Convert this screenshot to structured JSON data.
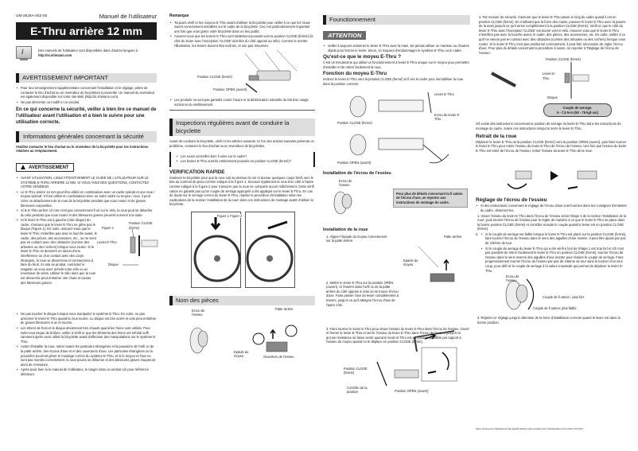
{
  "header": {
    "doc_id": "UM-28J0A-002-00",
    "manual_label": "Manuel de l'utilisateur",
    "title": "E-Thru arrière 12 mm",
    "info_text_1": "Des manuels de l'utilisateur sont disponibles dans d'autres langues à : ",
    "info_url": "http://si.shimano.com"
  },
  "col1": {
    "important_heading": "AVERTISSEMENT IMPORTANT",
    "important_bullets": [
      "Pour tout renseignement supplémentaire concernant l'installation et le réglage, prière de contacter le lieu d'achat ou un revendeur de bicyclettes à proximité. Un manuel du revendeur est également disponible sur notre site Web (http://si.shimano.com).",
      "Ne pas démonter ou modifi er ce produit."
    ],
    "safety_note": "En ce qui concerne la sécurité, veiller à bien lire ce manuel de l'utilisateur avant l'utilisation et à bien le suivre pour une utilisation correcte.",
    "general_heading": "Informations générales concernant la sécurité",
    "general_intro": "Veuillez contacter le lieu d'achat ou le revendeur de la bicyclette pour les instructions relatives au remplacement.",
    "warning_label": "AVERTISSEMENT",
    "warning_bullets": [
      "AVANT UTILISATION, LISEZ ATTENTIVEMENT LE GUIDE DE L'UTILISATEUR SUR LE SYSTÈME E-THRU ARRIERE 12 MM. SI VOUS AVEZ DES QUESTIONS, CONTACTEZ VOTRE VENDEUR.",
      "Le E-Thru arrière 12 mm peut être utilisé en combinaison avec un cadre spécial et une roue / moyeu spécial. S'il est utilisé en combinaison avec un autre cadre ou moyeu / roue, il peut créer un détachement de la roue de la bicyclette pendant que vous roulez et de graves blessures corporelles.",
      "Si le E-Thru arrière 12 mm n'est pas correctement fi xé sur le vélo, la roue peut se détacher du vélo pendant que vous roulez et des blessures graves peuvent survenir à la suite."
    ],
    "disc_bullet": "Si le levier E-Thru est à gauche (côté disque) du cadre, s'assurer que le levier E-Thru ne gêne pas le disque (Figure 1). En outre, assurez-vous que le levier E-Thru n'interfère pas avec la fourche avant, le cadre, des pièces, des accessoires, etc., ou ne vient pas en contact avec des obstacles (comme des arbustes ou des rochers) lorsque vous roulez. Si le levier E-Thru se desserre en raison d'une interférence ou d'un contact avec des corps étrangers, la roue se desserrera et commencera à faire du bruit. Si cela se produit, contactez le magasin où vous avez acheté votre vélo ou un revendeur de vélos. Utiliser le vélo alors que la roue est desserrée peut entraîner une chute et causer des blessures graves.",
    "figure1": {
      "label": "Figure 1",
      "close_label": "Position CLOSE (fermé)",
      "lever_label": "Levier E-Thru",
      "disc_label": "Disque"
    },
    "more_bullets": [
      "Ne pas toucher le disque lorsque vous manipulez le système E-Thru. En outre, ne pas actionner le levier E-Thru quand la roue tourne. Le disque est très acéré et cela peut entraîner de graves blessures si on le touche.",
      "Les étriers de frein et le disque deviennent très chauds quand les freins sont utilisés. Pour éviter tout risque de brûlure, veiller à vérifi er que les éléments des freins ont refroidi suffi samment après avoir utilisé la bicyclette avant d'effectuer des manipulations sur le système E-Thru.",
      "Avant d'installer la roue, retirer toutes les particules étrangères et la poussière de l'orifi ce de la patte arrière, des écrous d'axe et et des ouvertures d'axe. Les particules étrangères ou la poussière pourront gêner le montage correct du système E-Thru, et si le moyeu et l'axe ne sont pas montés correctement, la roue pourra se détacher et des blessures graves risqueront alors de s'ensuivre."
    ],
    "final_note": "Après avoir bien lu le manuel de l'utilisateur, le ranger dans un endroit sûr pour référence ultérieure."
  },
  "col2": {
    "remark_heading": "Remarque",
    "remark_bullets": [
      "Toujours vérifi er les moyeux E-Thru avant d'utiliser la bicyclette pour veiller à ce que les roues soient correctement installées sur le cadre de la bicyclette. Ceci est particulièrement important une fois que vous garez votre bicyclette dans un lieu public.",
      "Assurez-vous que les leviers E-Thru sont totalement poussés vers la position CLOSE (fermé) (le côté du levier avec l'inscription 'CLOSE' doit être du côté opposé au vélo). Comme le montre l'illustration, les leviers doivent être inclinés, et non pas retournés."
    ],
    "fig_close_label": "Position CLOSE (fermé)",
    "fig_open_label": "Position OPEN (ouvert)",
    "warranty_bullet": "Les produits ne sont pas garantis contre l'usure et la détérioration naturelle du fait d'un usage normal et du vieillissement.",
    "inspection_heading": "Inspections régulières avant de conduire la bicyclette",
    "inspection_intro": "Avant de conduire la bicyclette, vérifi er les articles suivants. Si l'un des articles suivants présente un problème, contacter le lieu d'achat ou un revendeur de bicyclettes.",
    "checklist": [
      "Les roues sont-elles bien fi xées sur le cadre?",
      "Les leviers E-Thru sont-ils entièrement poussés en position CLOSE (fermé)?"
    ],
    "quick_check_heading": "VERIFICATION RAPIDE",
    "quick_check_text": "Soulever la bicyclette pour que la roue soit au-dessus du sol et donner quelques coups brefs vers le bas au sommet du pneu comme indiqué à la fi gure 1. Secouer également la roue d'un côté à l'autre comme indiqué à la fi gure 2 pour s'assurer que la roue ne comporte aucun relâchement. Cette vérifi cation ne garantit pas qu'un couple de serrage approprié a été appliqué sur le levier E-Thru. En cas de doute sur le serrage correct du levier E-Thru, répéter la procédure d'installation selon les explications de la section 'Installation de la roue' dans ces instructions de montage avant d'utiliser la bicyclette.",
    "figure_caption": "Figure 1 Figure 2",
    "parts_heading": "Nom des pièces",
    "parts": {
      "axle_nut": "Ecrou de l'essieu",
      "rear_dropout": "Patte arrière",
      "hub_shoulder": "Epaule du moyeu",
      "axle_opening": "Ouverture de l'essieu"
    }
  },
  "col3": {
    "operation_heading": "Founctionnement",
    "attention_label": "ATTENTION",
    "attention_text": "Veiller à toujours actionner le levier E-Thru avec la main. Ne jamais utiliser un marteau ou d'autres objets pour fermer le levier. Sinon, on risquera d'endommager le système E-Thru ou le cadre.",
    "what_heading": "Qu'est-ce que le moyeu E-Thru ?",
    "what_text": "C'est un mécanisme qui utilise un fonctionnement à levier E-Thru unique sur le moyeu pour permettre d'installer et de retirer facilement la roue.",
    "function_heading": "Fonction du moyeu E-Thru",
    "function_text": "Inclinez le levier E-Thru vers la position CLOSE (fermé) et fi xez le cadre pour immobiliser la roue dans la position correcte.",
    "fn_fig": {
      "lever": "Levier E-Thru",
      "lever_nut": "Ecrou du levier E-Thru",
      "close": "Position CLOSE (fermé)",
      "open": "Position OPEN (ouvert)"
    },
    "nut_install_heading": "Installation de l'écrou de l'essieu",
    "nut_label": "Ecrou de l'essieu",
    "nut_note": "Pour plus de détails concernant la fi xation de l'écrou d'axe, se reporter aux instructions de montage du cadre.",
    "wheel_install_heading": "Installation de la roue",
    "steps": [
      "1. Aligner l'épaule du moyeu correctement sur la patte arrière.",
      "2. Mettre le levier E-Thru sur la position OPEN (ouvert), et l'insérer dans l'orifi ce de la patte arrière du côté opposé à celui où se trouve l'écrou d'axe. Faire passer l'axe du levier complètement à travers, jusqu'à ce qu'il atteigne l'écrou d'axe de l'autre côté.",
      "3. Faire tourner le levier E-Thru pour visser l'essieu du levier E-Thru dans l'écrou de l'essieu. Ouvrir et fermer le levier E-Thru et serrer l'essieu du levier E-Thru dans l'écrou de l'essieu jusqu'à ce qu'une résistance se fasse sentir quand le levier E-Thru est en position parallèle par rapport à l'essieu du moyeu quand on le déplace en position CLOSE (fermé)."
    ],
    "step1_labels": {
      "dropout": "Patte arrière",
      "shoulder": "Epaule du moyeu"
    },
    "step3_labels": {
      "close": "Position CLOSE (fermé)",
      "check": "Contrôle de la position",
      "open": "Position OPEN (ouvert)"
    }
  },
  "col4": {
    "step4": "4. Par mesure de sécurité, s'assurer que le levier E-Thru passe le long du cadre quand il est en position CLOSE (fermé). En n'utilisant que la force des mains, pousser le levier E-Thru avec la paume de la main jusqu'à ce qu'il arrive complètement à la position CLOSE (fermé). Vérifi ez que le côté du levier E-Thru avec l'inscription 'CLOSE' est tourné vers le vélo. Assurez-vous que le levier E-Thru n'interfère pas avec la fourche avant, le cadre, des pièces, des accessoires, etc. En outre, veillez à ce qu'il ne vienne pas en contact avec des obstacles (comme des arbustes ou des rochers) lorsque vous roulez. Si le levier E-Thru n'est pas positionné correctement, il peut être nécessaire de régler l'écrou d'axe. Pour plus de détails concernant la procédure à suivre, se reporter à 'Réglage de l'écrou de l'essieu'.",
    "fig": {
      "close": "Position CLOSE (fermé)",
      "lever": "Levier E-Thru",
      "disc": "Disque"
    },
    "torque_label": "Couple de serrage:",
    "torque_value": "5 - 7,5 N·m (50 - 75 kgf·cm)",
    "frame_note": "S'il existe des instructions concernant la position de serrage du levier E-Thru dans les instructions de montage du cadre, suivre ces instructions lorsqu'on serre le levier E-Thru.",
    "removal_heading": "Retrait de la roue",
    "removal_text": "Déplacer le levier E-Thru de la position CLOSE (fermé) vers la position OPEN (ouvert), puis faire tourner le levier E-Thru pour retirer l'essieu du levier E-Thru de l'écrou de l'essieu. Une fois que l'essieu du levier E-Thru est retiré de l'écrou de l'essieu, retirer l'essieu du levier E-Thru de la roue.",
    "adjust_heading": "Réglage de l'écrou de l'essieu",
    "adjust_bullet": "Si des instructions concernant le réglage de l'écrou d'axe sont fournies dans les consignes d'entretien du cadre, observez-les.",
    "adjust_step1": "1. Visser l'essieu du levier E-Thru dans l'écrou de l'essieu selon l'étape 3 de la section 'Installation de la roue', puis tourner l'écrou de l'essieu pour le régler de manière à ce que le levier E-Thru se place dans la bonne position CLOSE (fermé) et contrôler ensuite le couple quand le levier est en position CLOSE (fermé).",
    "adjust_step2_a": "Si le couple de serrage est faible lorsque le levier E-Thru est placé sur la position CLOSE (fermé), faire tourner l'écrou de l'essieu dans le sens des aiguilles d'une montre. Il peut être ajusté par pas de 1/6ème de tour.",
    "adjust_step2_b": "Si le couple de serrage du levier E-Thru qui a été vérifi é lors de l'étape 1 est trop fort et s'il n'est pas possible de retirer facilement le levier E-Thru en position CLOSE (fermé), tourner l'écrou de l'essieu dans le sens inverse des aiguilles d'une montre pour réduire le couple de serrage. Faire progressivement tourner l'écrou de l'essieu par pas de 1/6ème de tour sans le tourner d'un seul coup, pour défi nir le couple de serrage à la valeur maximale qui permet de déplacer le levier E-Thru.",
    "adjust_step2_num": "2.",
    "adjust_fig": {
      "nut": "Ecrou de l'essieu",
      "stronger": "Couple de fi xation : plus fort",
      "weaker": "Couple de fi xation: plus faible"
    },
    "adjust_step3": "3. Répéter ce réglage jusqu'à obtention de la force d'installation correcte quand le levier est dans la bonne position.",
    "footer": "Sous réserve de changement des spécifi cations sans préavis pour l'amélioration du produit. (French)"
  },
  "colors": {
    "title_bg": "#1c1c1c",
    "section_bg": "#dddddd",
    "attention_bg": "#6a6a6a",
    "note_bg": "#d9d9d9"
  }
}
